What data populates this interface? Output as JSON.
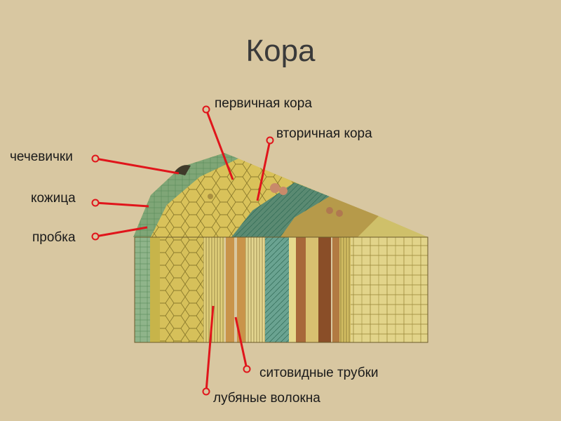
{
  "title": "Кора",
  "labels": {
    "primary_cortex": "первичная кора",
    "secondary_cortex": "вторичная кора",
    "lenticels": "чечевички",
    "epidermis": "кожица",
    "cork": "пробка",
    "sieve_tubes": "ситовидные трубки",
    "bast_fibers": "лубяные волокна"
  },
  "colors": {
    "background": "#d8c7a1",
    "leader_line": "#e0151b",
    "title_text": "#3a3a3a"
  }
}
